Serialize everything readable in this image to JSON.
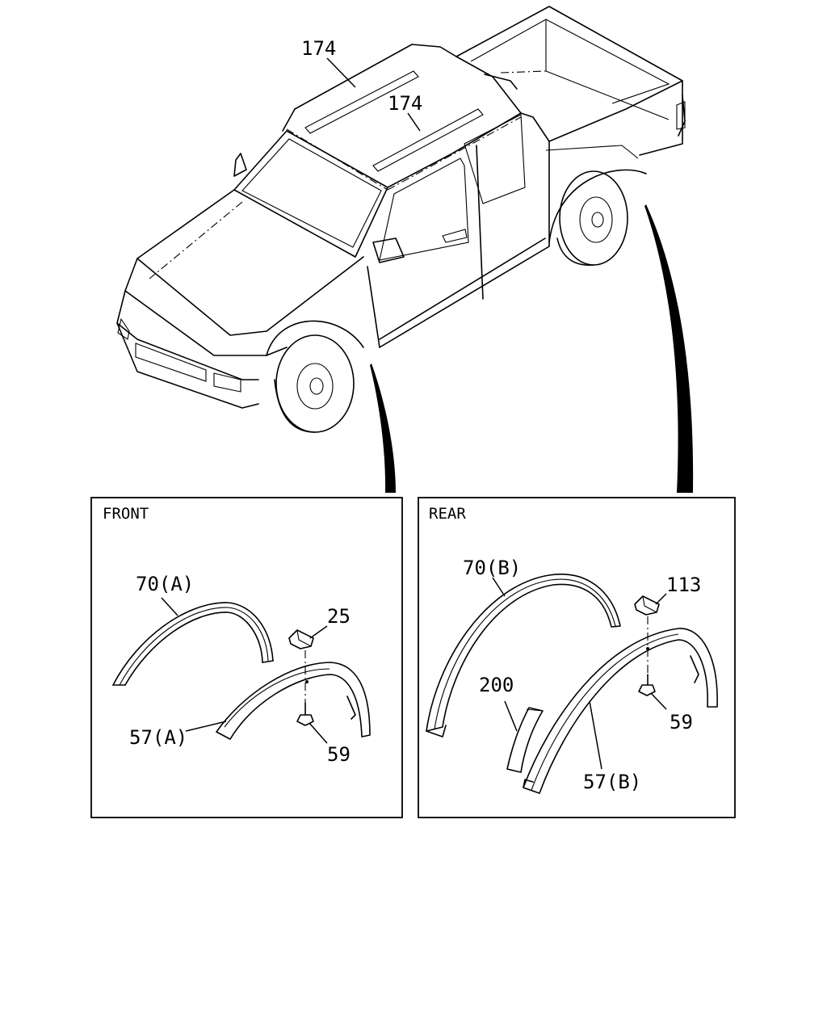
{
  "callouts": {
    "roof_rail_left": "174",
    "roof_rail_right": "174",
    "front_molding": "70(A)",
    "front_clip": "25",
    "front_fender_flare": "57(A)",
    "front_screw": "59",
    "rear_molding": "70(B)",
    "rear_clip": "113",
    "rear_guard": "200",
    "rear_screw": "59",
    "rear_fender_flare": "57(B)"
  },
  "panels": {
    "front_title": "FRONT",
    "rear_title": "REAR"
  }
}
